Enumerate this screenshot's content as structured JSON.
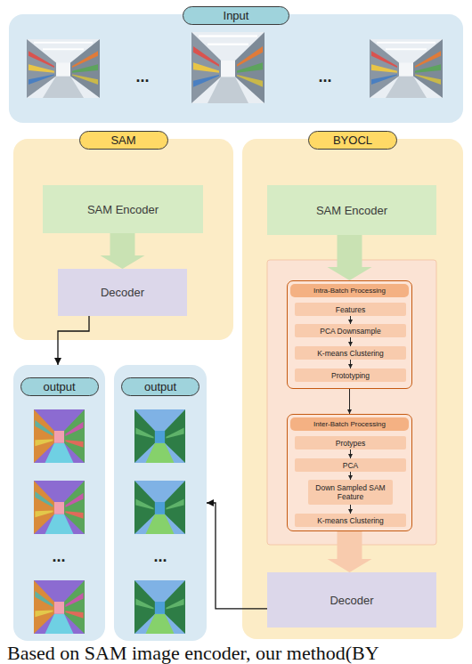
{
  "diagram": {
    "caption": "Based on SAM image encoder, our method(BY",
    "nodes": [
      {
        "text": [
          "Input"
        ]
      },
      {
        "text": [
          "SAM"
        ]
      },
      {
        "text": [
          "SAM Encoder"
        ],
        "in": 1
      },
      {
        "text": [
          "Decoder"
        ],
        "in": 1
      },
      {
        "text": [
          "BYOCL"
        ]
      },
      {
        "text": [
          "SAM Encoder"
        ],
        "in": 4
      },
      {
        "text": [
          "Intra-Batch Processing"
        ],
        "in": 4
      },
      {
        "text": [
          "Features"
        ],
        "in": 6
      },
      {
        "text": [
          "PCA Downsample"
        ],
        "in": 6
      },
      {
        "text": [
          "K-means Clustering"
        ],
        "in": 6
      },
      {
        "text": [
          "Prototyping"
        ],
        "in": 6
      },
      {
        "text": [
          "Inter-Batch Processing"
        ],
        "in": 4
      },
      {
        "text": [
          "Protypes"
        ],
        "in": 11
      },
      {
        "text": [
          "PCA"
        ],
        "in": 11
      },
      {
        "text": [
          "Down Sampled SAM Feature"
        ],
        "in": 11
      },
      {
        "text": [
          "K-means Clustering"
        ],
        "in": 11
      },
      {
        "text": [
          "Decoder"
        ],
        "in": 4
      },
      {
        "text": [
          "output"
        ]
      },
      {
        "text": [
          "output"
        ]
      }
    ],
    "edges": [
      {
        "from": 2,
        "to": 3,
        "arrow": "to"
      },
      {
        "from": 3,
        "to": 17,
        "arrow": "to"
      },
      {
        "from": 5,
        "to": 6,
        "arrow": "to"
      },
      {
        "from": 7,
        "to": 8,
        "arrow": "to"
      },
      {
        "from": 8,
        "to": 9,
        "arrow": "to"
      },
      {
        "from": 9,
        "to": 10,
        "arrow": "to"
      },
      {
        "from": 6,
        "to": 11,
        "arrow": "to"
      },
      {
        "from": 12,
        "to": 13,
        "arrow": "to"
      },
      {
        "from": 13,
        "to": 14,
        "arrow": "to"
      },
      {
        "from": 14,
        "to": 15,
        "arrow": "to"
      },
      {
        "from": 11,
        "to": 16,
        "arrow": "to"
      },
      {
        "from": 16,
        "to": 18,
        "arrow": "to"
      }
    ],
    "labels": [
      "...",
      "...",
      "...",
      "..."
    ]
  }
}
